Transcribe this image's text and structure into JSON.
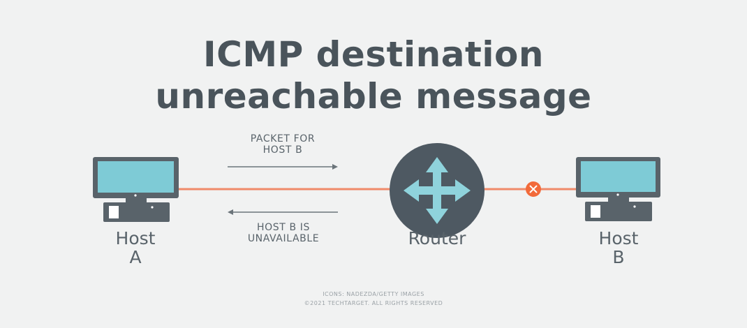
{
  "title": {
    "line1": "ICMP destination",
    "line2": "unreachable message"
  },
  "nodes": {
    "host_a": {
      "line1": "Host",
      "line2": "A"
    },
    "router": {
      "label": "Router"
    },
    "host_b": {
      "line1": "Host",
      "line2": "B"
    }
  },
  "messages": {
    "forward": {
      "line1": "PACKET FOR",
      "line2": "HOST B"
    },
    "reply": {
      "line1": "HOST B IS",
      "line2": "UNAVAILABLE"
    }
  },
  "credits": {
    "line1": "ICONS: NADEZDA/GETTY IMAGES",
    "line2": "©2021 TECHTARGET. ALL RIGHTS RESERVED"
  },
  "colors": {
    "background": "#f1f2f2",
    "text": "#4a545b",
    "link": "#f08a6a",
    "router": "#4e5962",
    "router_arrows": "#8fd3dc",
    "screen": "#7ecbd6",
    "device": "#59636a",
    "error": "#f26a3a"
  },
  "icons": {
    "host_a": "computer-icon",
    "router": "router-icon",
    "host_b": "computer-icon",
    "link_error": "x-circle-icon"
  }
}
